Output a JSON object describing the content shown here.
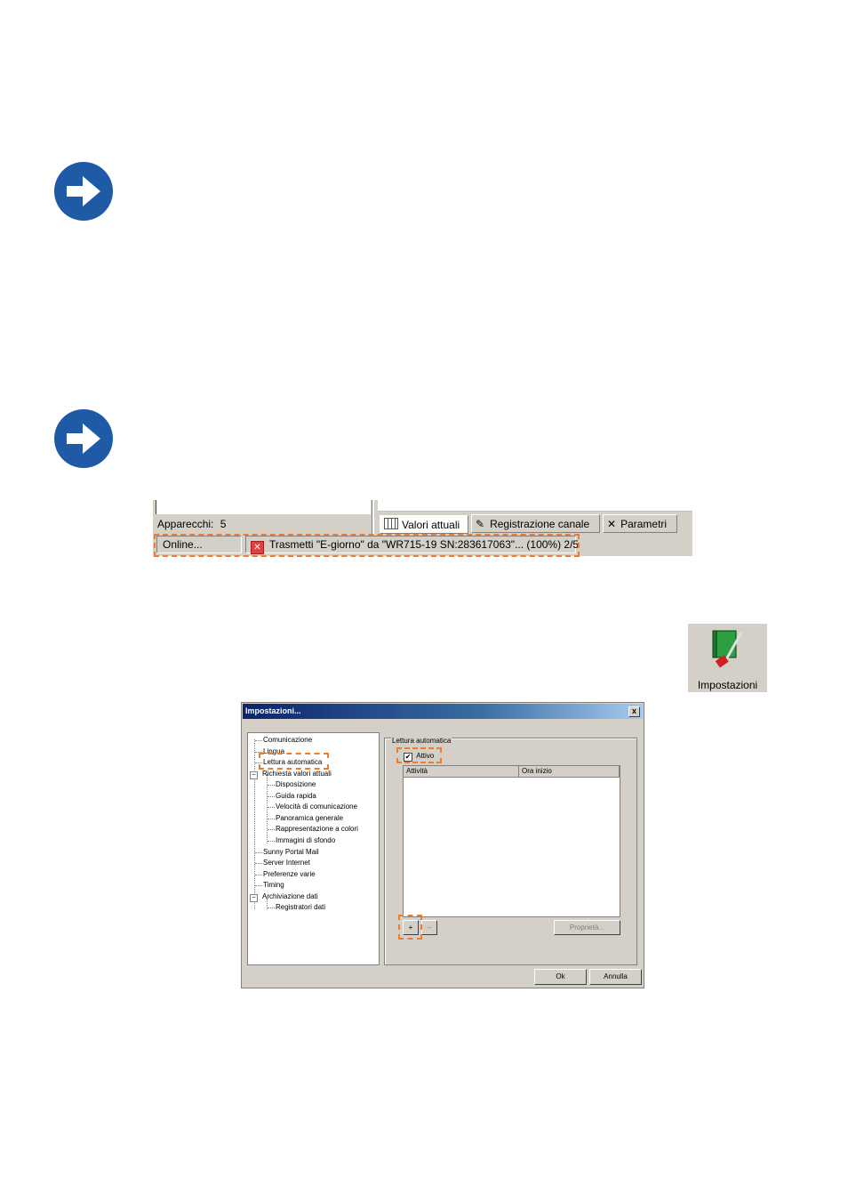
{
  "statusbar": {
    "devices_label": "Apparecchi:",
    "devices_count": "5",
    "tabs": [
      "Valori attuali",
      "Registrazione canale",
      "Parametri"
    ],
    "online_text": "Online...",
    "transfer_text": "Trasmetti \"E-giorno\" da \"WR715-19 SN:283617063\"... (100%) 2/5"
  },
  "settings_icon": {
    "label": "Impostazioni"
  },
  "dialog": {
    "title": "Impostazioni...",
    "close_glyph": "x",
    "tree": [
      "Comunicazione",
      "Lingua",
      "Lettura automatica",
      "Richiesta valori attuali",
      "Disposizione",
      "Guida rapida",
      "Velocità di comunicazione",
      "Panoramica generale",
      "Rappresentazione a colori",
      "Immagini di sfondo",
      "Sunny Portal Mail",
      "Server Internet",
      "Preferenze varie",
      "Timing",
      "Archiviazione dati",
      "Registratori dati"
    ],
    "group_label": "Lettura automatica",
    "active_checkbox": {
      "label": "Attivo",
      "checked": true,
      "mark": "✔"
    },
    "columns": [
      "Attività",
      "Ora inizio"
    ],
    "add_button": "+",
    "remove_button": "–",
    "properties_button": "Proprietà...",
    "ok_button": "Ok",
    "cancel_button": "Annulla"
  }
}
